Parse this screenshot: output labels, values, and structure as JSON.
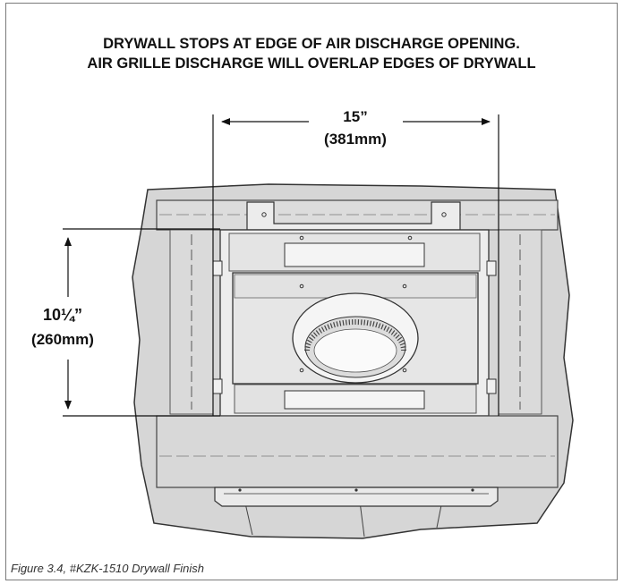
{
  "heading": {
    "line1": "DRYWALL STOPS AT EDGE OF AIR DISCHARGE OPENING.",
    "line2": "AIR GRILLE DISCHARGE WILL OVERLAP EDGES OF DRYWALL"
  },
  "dimensions": {
    "width_main": "15”",
    "width_metric": "(381mm)",
    "height_main": "10¼”",
    "height_metric": "(260mm)"
  },
  "caption": "Figure 3.4, #KZK-1510 Drywall Finish"
}
